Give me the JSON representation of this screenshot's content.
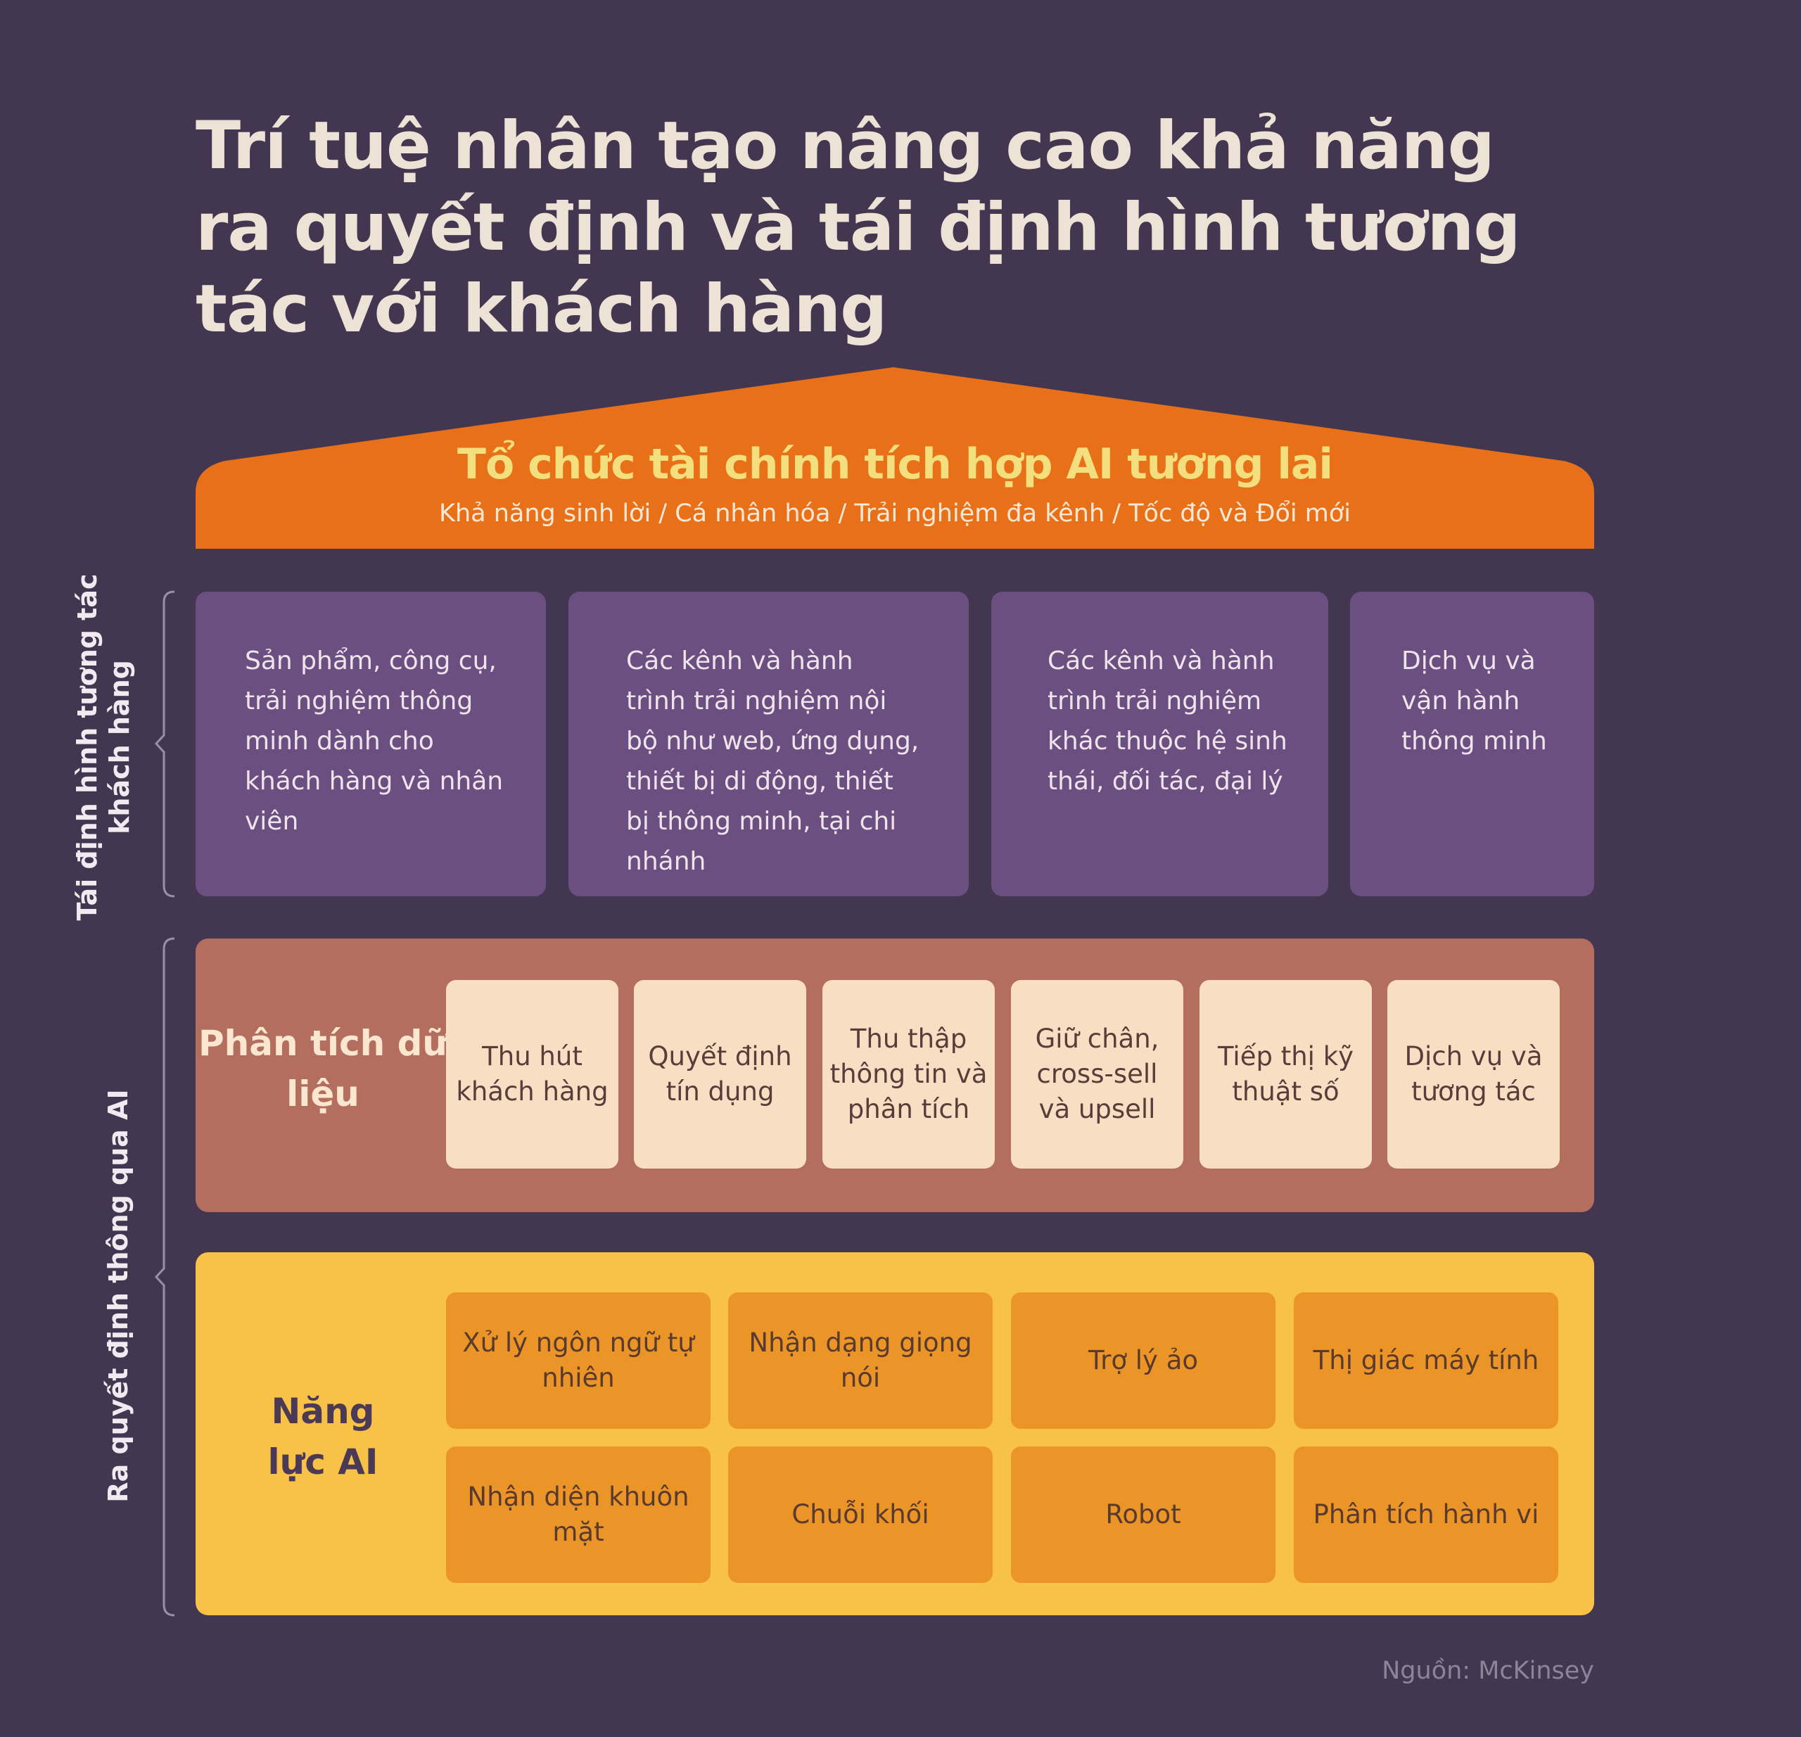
{
  "title": "Trí tuệ nhân tạo nâng cao khả năng ra quyết định và tái định hình tương tác với khách hàng",
  "roof": {
    "title": "Tổ chức tài chính tích hợp AI tương lai",
    "subtitle": "Khả năng sinh lời / Cá nhân hóa / Trải nghiệm đa kênh / Tốc độ và Đổi mới",
    "color": "#e87018"
  },
  "side_labels": {
    "top": [
      "Tái định hình tương tác",
      "khách hàng"
    ],
    "bottom": "Ra quyết định thông qua AI"
  },
  "engagement_boxes": [
    "Sản phẩm, công cụ, trải nghiệm thông minh dành cho khách hàng và nhân viên",
    "Các kênh và hành trình trải nghiệm nội bộ như web, ứng dụng, thiết bị di động, thiết bị thông minh, tại chi nhánh",
    "Các kênh và hành trình trải nghiệm khác thuộc hệ sinh thái, đối tác, đại lý",
    "Dịch vụ và vận hành thông minh"
  ],
  "analytics": {
    "label": "Phân tích dữ liệu",
    "items": [
      "Thu hút khách hàng",
      "Quyết định tín dụng",
      "Thu thập thông tin và phân tích",
      "Giữ chân, cross-sell và upsell",
      "Tiếp thị kỹ thuật số",
      "Dịch vụ và tương tác"
    ],
    "color": "#b46e5e"
  },
  "ai_capabilities": {
    "label": "Năng lực AI",
    "items": [
      "Xử lý ngôn ngữ tự nhiên",
      "Nhận dạng giọng nói",
      "Trợ lý ảo",
      "Thị giác máy tính",
      "Nhận diện khuôn mặt",
      "Chuỗi khối",
      "Robot",
      "Phân tích hành vi"
    ],
    "color": "#f8c147"
  },
  "source": "Nguồn: McKinsey"
}
